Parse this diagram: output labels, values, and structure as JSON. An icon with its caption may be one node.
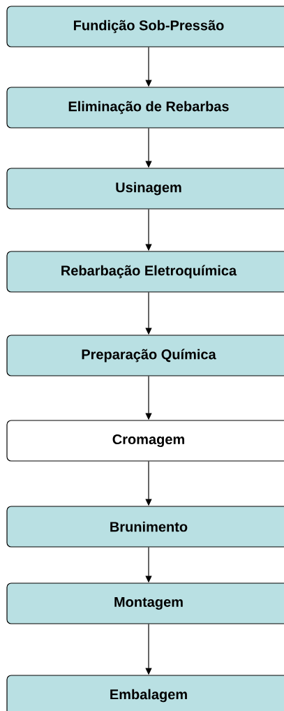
{
  "diagram": {
    "nodes": [
      {
        "text": [
          "Fundição Sob-Pressão"
        ]
      },
      {
        "text": [
          "Eliminação de Rebarbas"
        ]
      },
      {
        "text": [
          "Usinagem"
        ]
      },
      {
        "text": [
          "Rebarbação Eletroquímica"
        ]
      },
      {
        "text": [
          "Preparação Química"
        ]
      },
      {
        "text": [
          "Cromagem"
        ]
      },
      {
        "text": [
          "Brunimento"
        ]
      },
      {
        "text": [
          "Montagem"
        ]
      },
      {
        "text": [
          "Embalagem"
        ]
      }
    ],
    "edges": [
      {
        "from": 0,
        "to": 1,
        "arrow": "to"
      },
      {
        "from": 1,
        "to": 2,
        "arrow": "to"
      },
      {
        "from": 2,
        "to": 3,
        "arrow": "to"
      },
      {
        "from": 3,
        "to": 4,
        "arrow": "to"
      },
      {
        "from": 4,
        "to": 5,
        "arrow": "to"
      },
      {
        "from": 5,
        "to": 6,
        "arrow": "to"
      },
      {
        "from": 6,
        "to": 7,
        "arrow": "to"
      },
      {
        "from": 7,
        "to": 8,
        "arrow": "to"
      }
    ]
  }
}
